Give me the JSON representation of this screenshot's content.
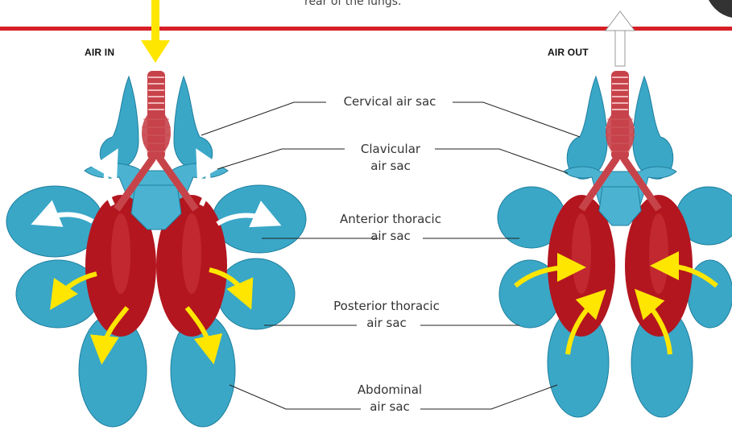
{
  "top_caption_fragment": "rear of the lungs.",
  "left_panel": {
    "label": "AIR IN"
  },
  "right_panel": {
    "label": "AIR OUT"
  },
  "labels": [
    {
      "line1": "Cervical air sac",
      "line2": ""
    },
    {
      "line1": "Clavicular",
      "line2": "air sac"
    },
    {
      "line1": "Anterior thoracic",
      "line2": "air sac"
    },
    {
      "line1": "Posterior thoracic",
      "line2": "air sac"
    },
    {
      "line1": "Abdominal",
      "line2": "air sac"
    }
  ],
  "colors": {
    "rule": "#d61f26",
    "air_sac": "#3aa7c7",
    "air_sac_dark": "#1f7f9e",
    "lung": "#b3161f",
    "trachea": "#c7434a",
    "arrow_in": "#ffe600",
    "arrow_white": "#ffffff"
  }
}
